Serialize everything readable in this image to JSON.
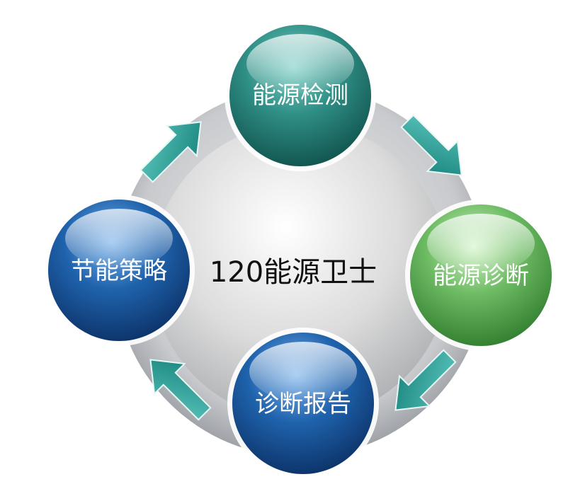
{
  "center": {
    "label": "120能源卫士"
  },
  "nodes": [
    {
      "id": "detect",
      "label": "能源检测",
      "theme": "teal"
    },
    {
      "id": "diagnose",
      "label": "能源诊断",
      "theme": "green"
    },
    {
      "id": "report",
      "label": "诊断报告",
      "theme": "blue"
    },
    {
      "id": "strategy",
      "label": "节能策略",
      "theme": "blue"
    }
  ],
  "flow": [
    {
      "from": "detect",
      "to": "diagnose"
    },
    {
      "from": "diagnose",
      "to": "report"
    },
    {
      "from": "report",
      "to": "strategy"
    },
    {
      "from": "strategy",
      "to": "detect"
    }
  ],
  "colors": {
    "arrow": "#1f9a93",
    "ring": "#b9bcc0",
    "teal": "#2f8f86",
    "green": "#6dbb63",
    "blue": "#1f63ad"
  }
}
